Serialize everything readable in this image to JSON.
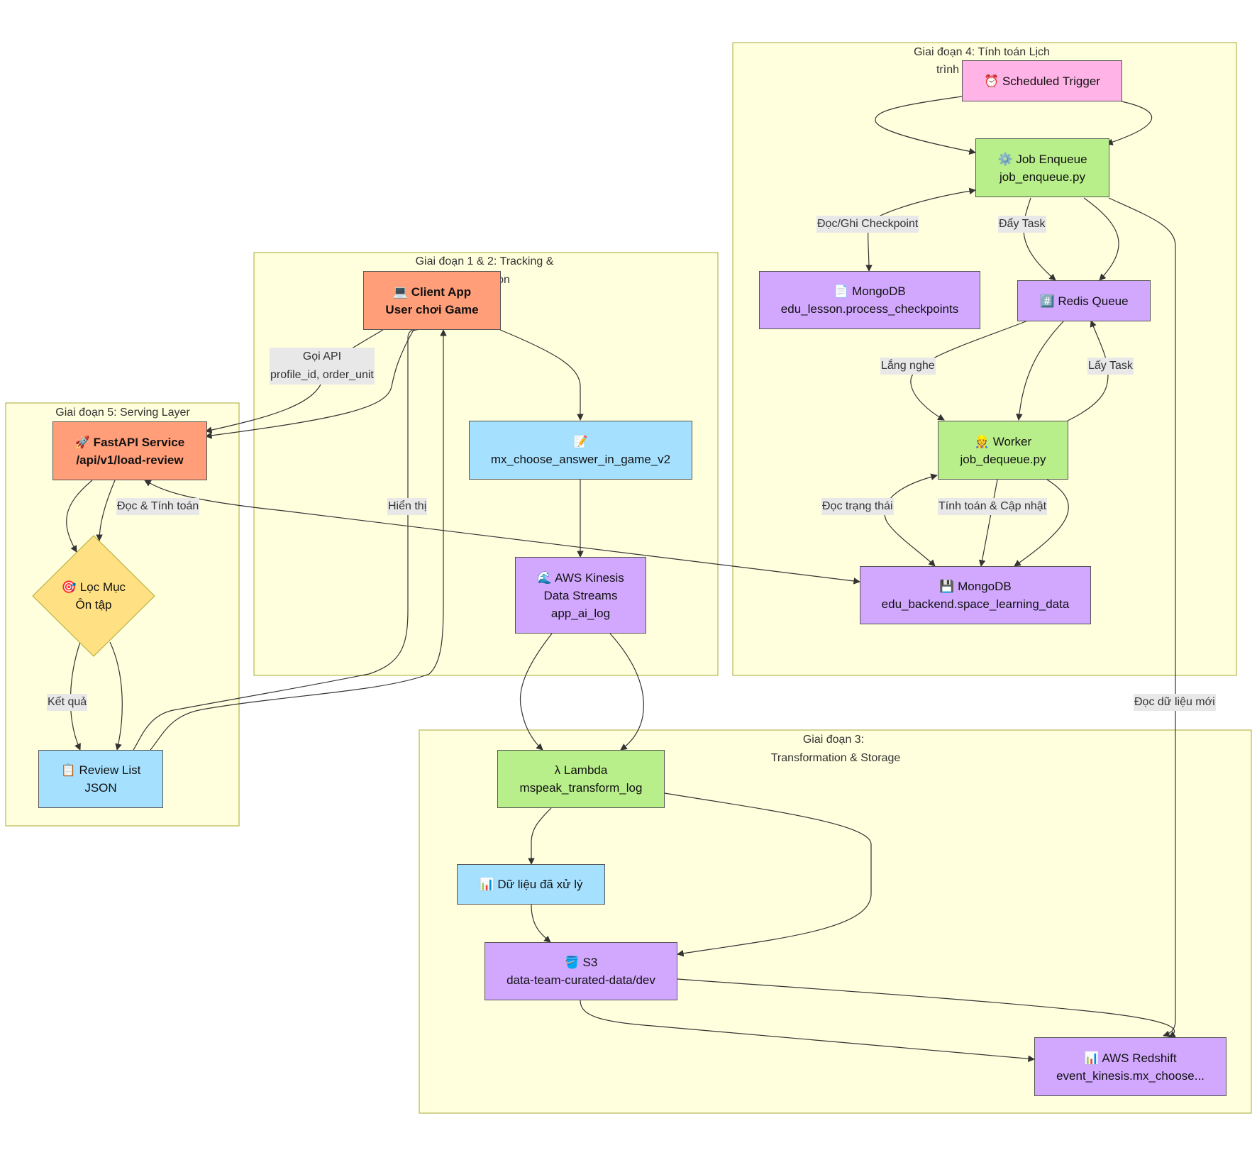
{
  "clusters": {
    "phase4": {
      "title_line1": "Giai đoạn 4: Tính toán Lịch",
      "title_line2": "trình"
    },
    "phase12": {
      "title_line1": "Giai đoạn 1 & 2: Tracking &",
      "title_line2": "on"
    },
    "phase5": {
      "title_line1": "Giai đoạn 5: Serving Layer"
    },
    "phase3": {
      "title_line1": "Giai đoạn 3:",
      "title_line2": "Transformation & Storage"
    }
  },
  "nodes": {
    "scheduled_trigger": {
      "line1": "⏰ Scheduled Trigger"
    },
    "job_enqueue": {
      "line1": "⚙️ Job Enqueue",
      "line2": "job_enqueue.py"
    },
    "mongo_checkpoints": {
      "line1": "📄 MongoDB",
      "line2": "edu_lesson.process_checkpoints"
    },
    "redis_queue": {
      "line1": "#️⃣ Redis Queue"
    },
    "worker": {
      "line1": "👷 Worker",
      "line2": "job_dequeue.py"
    },
    "mongo_space": {
      "line1": "💾 MongoDB",
      "line2": "edu_backend.space_learning_data"
    },
    "client_app": {
      "line1": "💻 Client App",
      "line2": "User chơi Game"
    },
    "event": {
      "line1": "📝",
      "line2": "mx_choose_answer_in_game_v2"
    },
    "kinesis": {
      "line1": "🌊 AWS Kinesis",
      "line2": "Data Streams",
      "line3": "app_ai_log"
    },
    "fastapi": {
      "line1": "🚀 FastAPI Service",
      "line2": "/api/v1/load-review"
    },
    "filter": {
      "line1": "🎯 Lọc Mục",
      "line2": "Ôn tập"
    },
    "review_list": {
      "line1": "📋 Review List",
      "line2": "JSON"
    },
    "lambda": {
      "line1": "λ Lambda",
      "line2": "mspeak_transform_log"
    },
    "processed": {
      "line1": "📊 Dữ liệu đã xử lý"
    },
    "s3": {
      "line1": "🪣 S3",
      "line2": "data-team-curated-data/dev"
    },
    "redshift": {
      "line1": "📊 AWS Redshift",
      "line2": "event_kinesis.mx_choose..."
    }
  },
  "edge_labels": {
    "checkpoint": "Đọc/Ghi Checkpoint",
    "push_task": "Đẩy Task",
    "listen": "Lắng nghe",
    "take_task": "Lấy Task",
    "read_state": "Đọc trạng thái",
    "compute_update": "Tính toán & Cập nhật",
    "call_api_line1": "Gọi API",
    "call_api_line2": "profile_id, order_unit",
    "read_compute": "Đọc & Tính toán",
    "display": "Hiển thị",
    "result": "Kết quả",
    "read_new_data": "Đọc dữ liệu mới"
  },
  "colors": {
    "cluster_fill": "#ffffde",
    "cluster_border": "#aaaa33",
    "salmon": "#ff9e79",
    "green": "#b9ef8a",
    "purple": "#d2a8ff",
    "blue": "#a5e1ff",
    "pink": "#ffb3e6",
    "yellow": "#ffe082",
    "edge": "#333333",
    "edge_label_bg": "#e8e8e8"
  }
}
